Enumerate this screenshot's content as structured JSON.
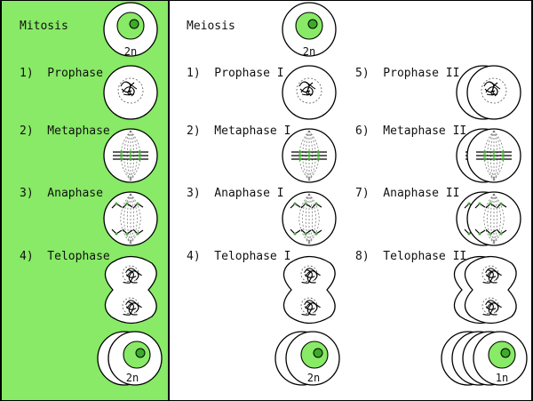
{
  "colors": {
    "mitosis_bg": "#88ea66",
    "nucleus": "#88ea66",
    "nucleolus": "#3caa2c",
    "cell_fill": "#ffffff",
    "outline": "#000000"
  },
  "mitosis": {
    "title": "Mitosis",
    "start_ploidy": "2n",
    "stages": [
      "1)  Prophase",
      "2)  Metaphase",
      "3)  Anaphase",
      "4)  Telophase"
    ],
    "end_ploidy": "2n"
  },
  "meiosis": {
    "title": "Meiosis",
    "start_ploidy": "2n",
    "stages_one": [
      "1)  Prophase I",
      "2)  Metaphase I",
      "3)  Anaphase I",
      "4)  Telophase I"
    ],
    "stages_two": [
      "5)  Prophase II",
      "6)  Metaphase II",
      "7)  Anaphase II",
      "8)  Telophase II"
    ],
    "mid_ploidy": "2n",
    "end_ploidy": "1n"
  },
  "icons": {
    "interphase_cell": "interphase-cell-icon",
    "prophase_cell": "prophase-cell-icon",
    "metaphase_cell": "metaphase-cell-icon",
    "anaphase_cell": "anaphase-cell-icon",
    "telophase_cell": "telophase-cell-icon",
    "daughter_cells": "daughter-cells-icon"
  }
}
